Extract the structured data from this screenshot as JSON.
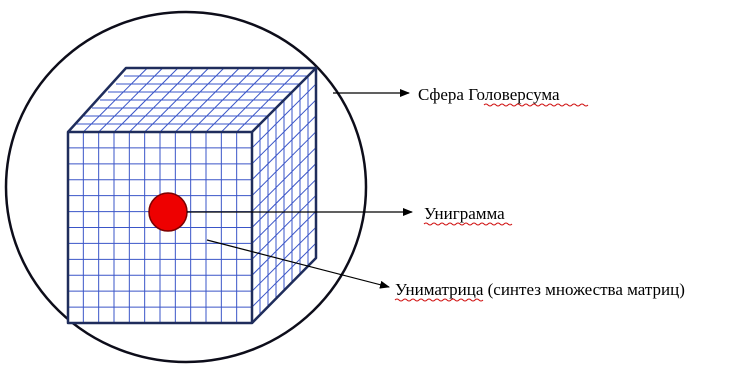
{
  "diagram": {
    "labels": {
      "sphere": "Сфера Головерсума",
      "unigram": "Униграмма",
      "unimatrix": "Униматрица (синтез множества матриц)"
    },
    "colors": {
      "outline": "#0d0d1a",
      "cube_edge": "#1f2d5c",
      "grid": "#3a55c8",
      "unigram_fill": "#ee0000",
      "arrow": "#000000",
      "spellcheck_underline": "#d01010"
    },
    "grid": {
      "front_divisions": 12,
      "depth_divisions": 8
    }
  }
}
